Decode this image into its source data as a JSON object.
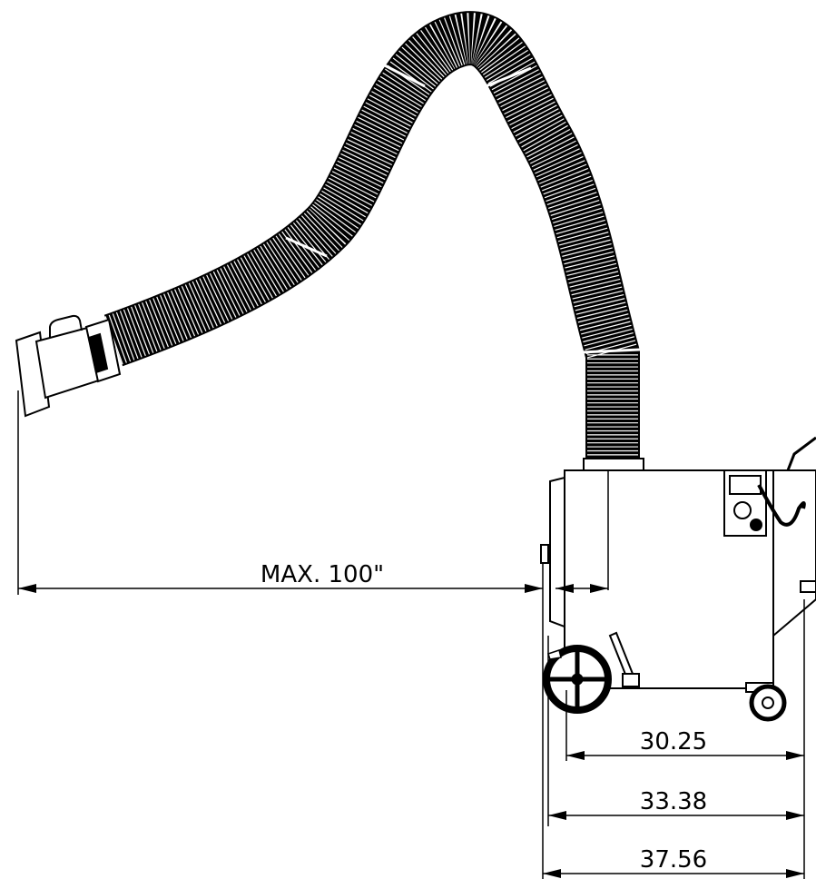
{
  "dimensions": {
    "reach_label": "MAX. 100\"",
    "width_1": "30.25",
    "width_2": "33.38",
    "width_3": "37.56"
  },
  "colors": {
    "line": "#000000",
    "background": "#ffffff"
  }
}
